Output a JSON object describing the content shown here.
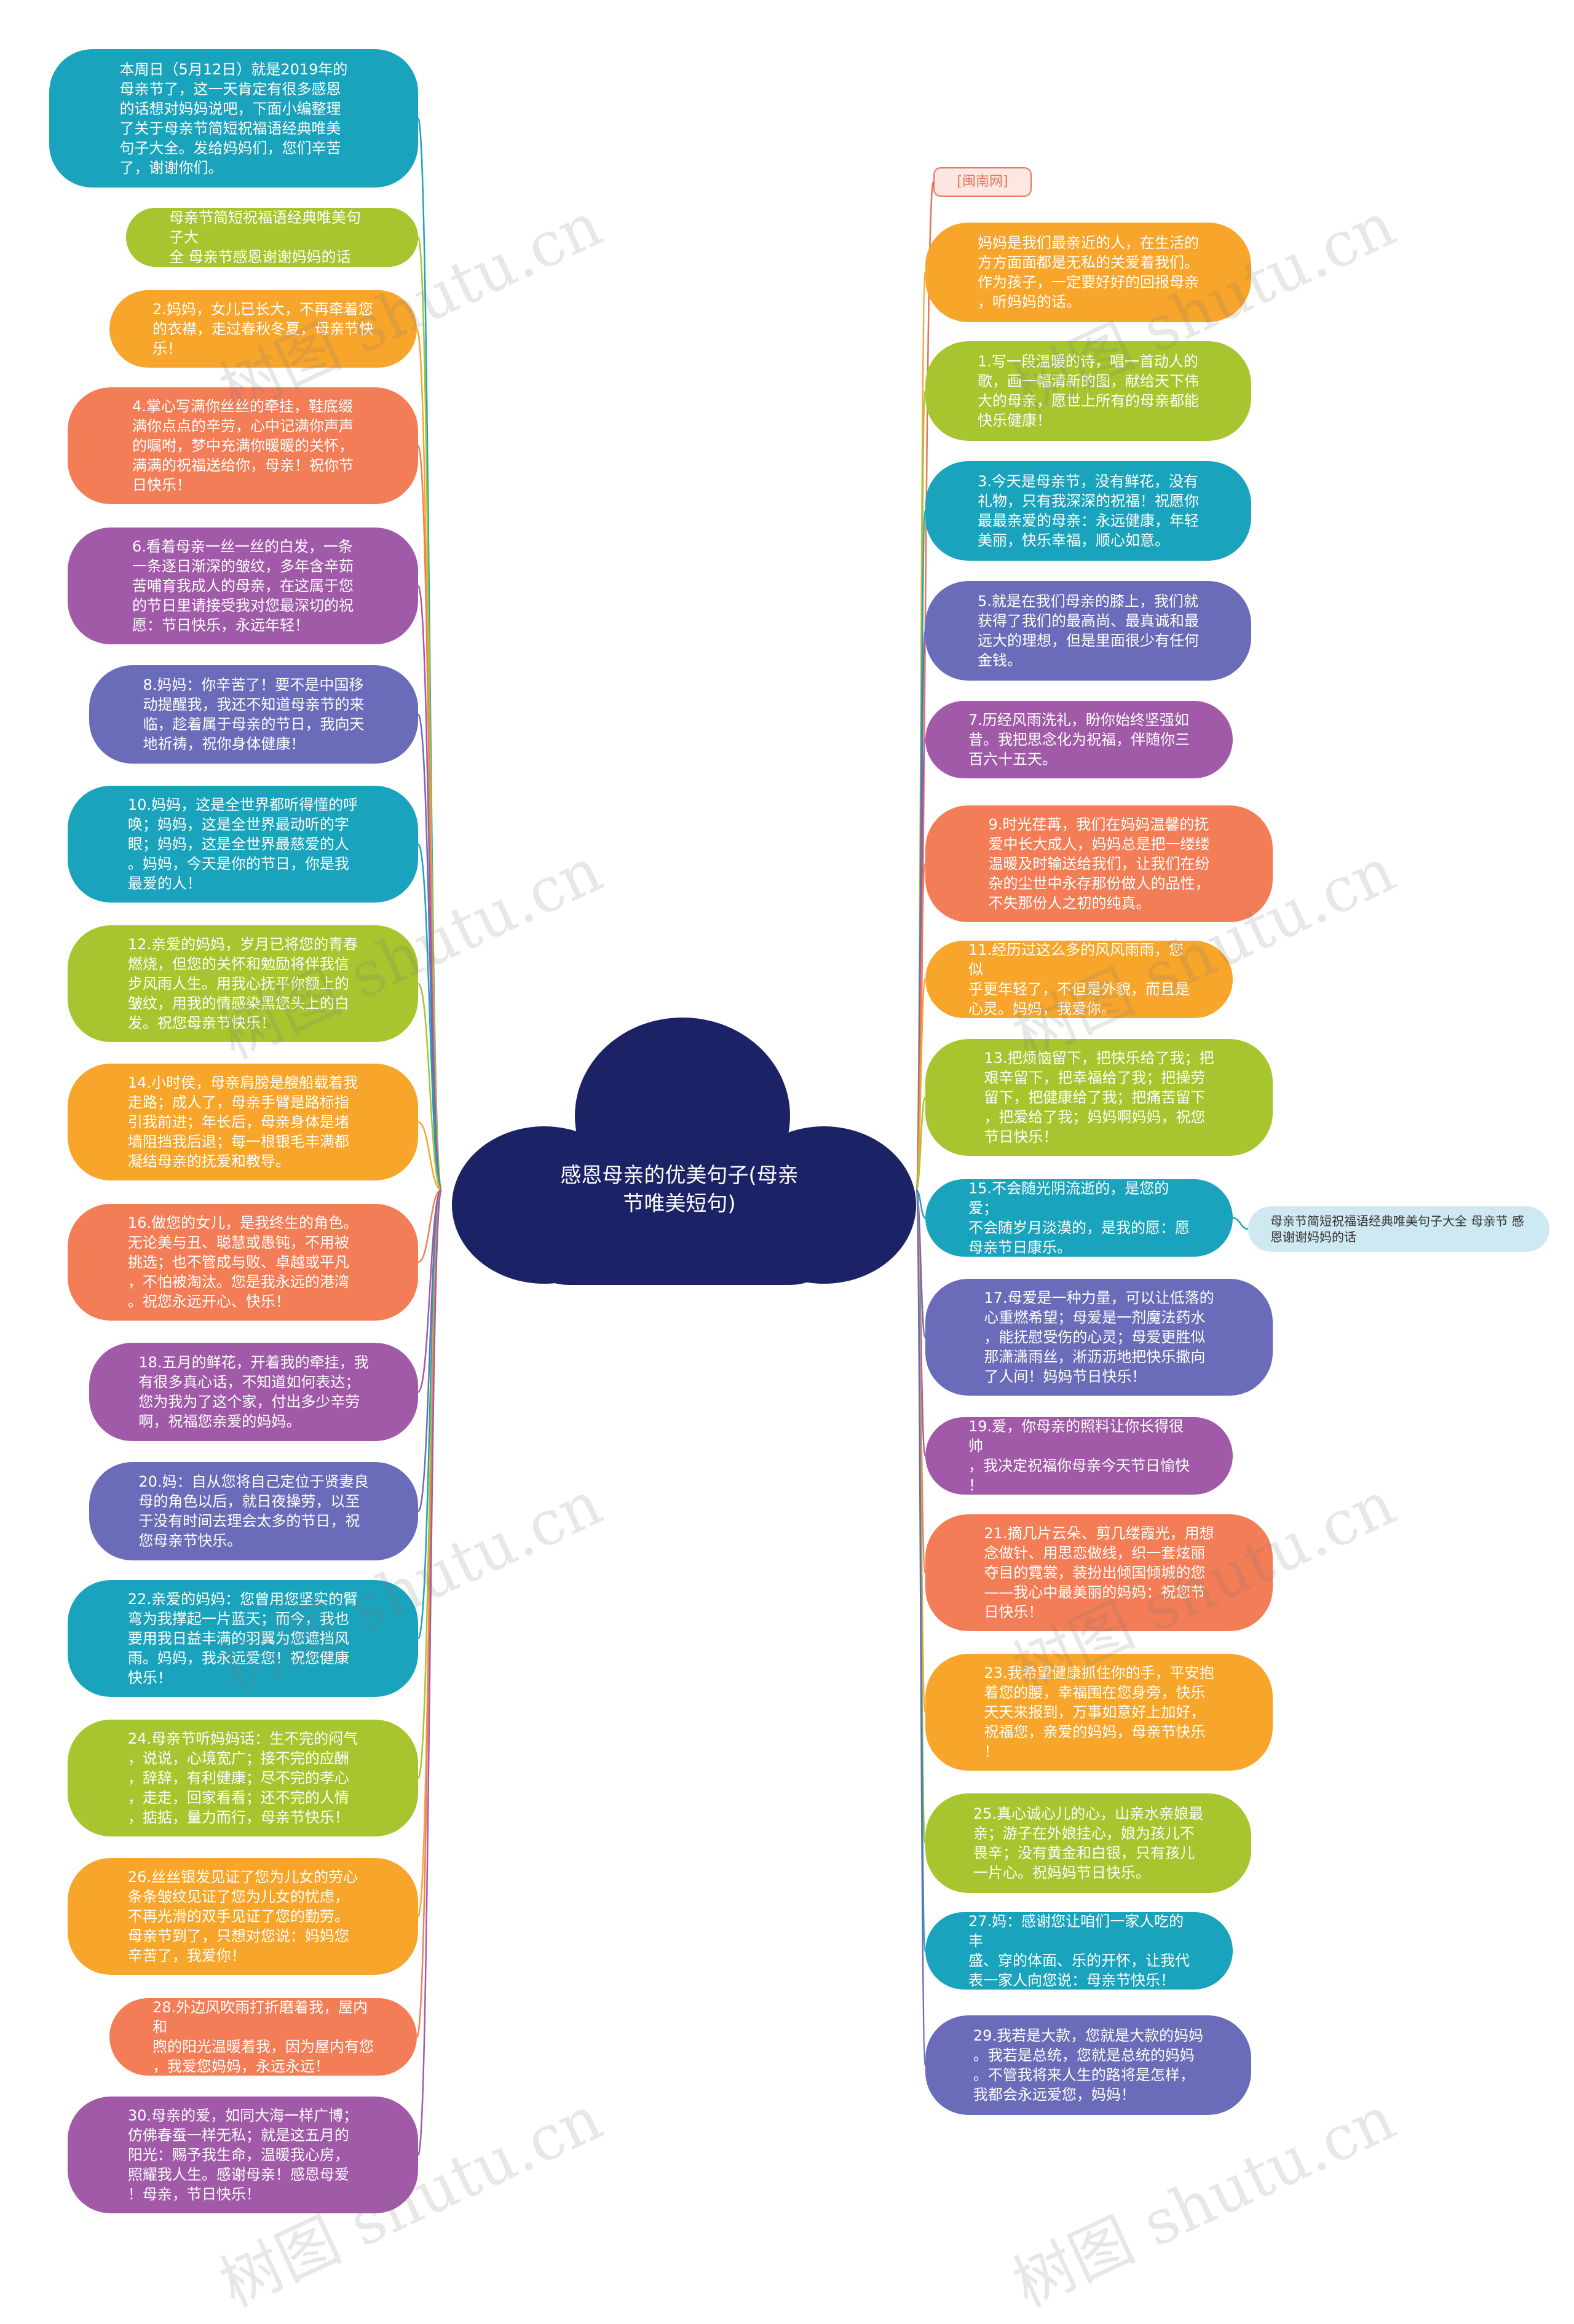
{
  "center": {
    "title": "感恩母亲的优美句子(母亲\n节唯美短句)",
    "color": "#1b2366"
  },
  "colors": {
    "blue": "#1aa3bd",
    "green": "#a6c52e",
    "orange": "#f7a52b",
    "coral": "#f37d56",
    "purple": "#a15aa8",
    "indigo": "#6a6bb9",
    "tag_border": "#e8735a",
    "note_bg": "#cfe9f2"
  },
  "watermark": "树图 shutu.cn",
  "left_nodes": [
    {
      "text": "本周日（5月12日）就是2019年的\n母亲节了，这一天肯定有很多感恩\n的话想对妈妈说吧，下面小编整理\n了关于母亲节简短祝福语经典唯美\n句子大全。发给妈妈们，您们辛苦\n了，谢谢你们。",
      "color": "blue"
    },
    {
      "text": "母亲节简短祝福语经典唯美句子大\n全 母亲节感恩谢谢妈妈的话",
      "color": "green"
    },
    {
      "text": "2.妈妈，女儿已长大，不再牵着您\n的衣襟，走过春秋冬夏，母亲节快\n乐！",
      "color": "orange"
    },
    {
      "text": "4.掌心写满你丝丝的牵挂，鞋底缀\n满你点点的辛劳，心中记满你声声\n的嘱咐，梦中充满你暖暖的关怀，\n满满的祝福送给你，母亲！祝你节\n日快乐！",
      "color": "coral"
    },
    {
      "text": "6.看着母亲一丝一丝的白发，一条\n一条逐日渐深的皱纹，多年含辛茹\n苦哺育我成人的母亲，在这属于您\n的节日里请接受我对您最深切的祝\n愿：节日快乐，永远年轻！",
      "color": "purple"
    },
    {
      "text": "8.妈妈：你辛苦了！要不是中国移\n动提醒我，我还不知道母亲节的来\n临，趁着属于母亲的节日，我向天\n地祈祷，祝你身体健康！",
      "color": "indigo"
    },
    {
      "text": "10.妈妈，这是全世界都听得懂的呼\n唤；妈妈，这是全世界最动听的字\n眼；妈妈，这是全世界最慈爱的人\n。妈妈，今天是你的节日，你是我\n最爱的人！",
      "color": "blue"
    },
    {
      "text": "12.亲爱的妈妈，岁月已将您的青春\n燃烧，但您的关怀和勉励将伴我信\n步风雨人生。用我心抚平你额上的\n皱纹，用我的情感染黑您头上的白\n发。祝您母亲节快乐！",
      "color": "green"
    },
    {
      "text": "14.小时侯，母亲肩膀是艘船载着我\n走路；成人了，母亲手臂是路标指\n引我前进；年长后，母亲身体是堵\n墙阻挡我后退；每一根银毛丰满都\n凝结母亲的抚爱和教导。",
      "color": "orange"
    },
    {
      "text": "16.做您的女儿，是我终生的角色。\n无论美与丑、聪慧或愚钝，不用被\n挑选；也不管成与败、卓越或平凡\n，不怕被淘汰。您是我永远的港湾\n。祝您永远开心、快乐！",
      "color": "coral"
    },
    {
      "text": "18.五月的鲜花，开着我的牵挂，我\n有很多真心话，不知道如何表达；\n您为我为了这个家，付出多少辛劳\n啊，祝福您亲爱的妈妈。",
      "color": "purple"
    },
    {
      "text": "20.妈：自从您将自己定位于贤妻良\n母的角色以后，就日夜操劳，以至\n于没有时间去理会太多的节日，祝\n您母亲节快乐。",
      "color": "indigo"
    },
    {
      "text": "22.亲爱的妈妈：您曾用您坚实的臂\n弯为我撑起一片蓝天；而今，我也\n要用我日益丰满的羽翼为您遮挡风\n雨。妈妈，我永远爱您！祝您健康\n快乐！",
      "color": "blue"
    },
    {
      "text": "24.母亲节听妈妈话：生不完的闷气\n，说说，心境宽广；接不完的应酬\n，辞辞，有利健康；尽不完的孝心\n，走走，回家看看；还不完的人情\n，掂掂，量力而行，母亲节快乐！",
      "color": "green"
    },
    {
      "text": "26.丝丝银发见证了您为儿女的劳心\n条条皱纹见证了您为儿女的忧虑，\n不再光滑的双手见证了您的勤劳。\n母亲节到了，只想对您说：妈妈您\n辛苦了，我爱你！",
      "color": "orange"
    },
    {
      "text": "28.外边风吹雨打折磨着我，屋内和\n煦的阳光温暖着我，因为屋内有您\n，我爱您妈妈，永远永远！",
      "color": "coral"
    },
    {
      "text": "30.母亲的爱，如同大海一样广博；\n仿佛春蚕一样无私；就是这五月的\n阳光：赐予我生命，温暖我心房，\n照耀我人生。感谢母亲！感恩母爱\n！母亲，节日快乐！",
      "color": "purple"
    }
  ],
  "right_tag": "[闽南网]",
  "right_nodes": [
    {
      "text": "妈妈是我们最亲近的人，在生活的\n方方面面都是无私的关爱着我们。\n作为孩子，一定要好好的回报母亲\n，听妈妈的话。",
      "color": "orange"
    },
    {
      "text": "1.写一段温暖的诗，唱一首动人的\n歌，画一幅清新的图，献给天下伟\n大的母亲，愿世上所有的母亲都能\n快乐健康！",
      "color": "green"
    },
    {
      "text": "3.今天是母亲节，没有鲜花，没有\n礼物，只有我深深的祝福！祝愿你\n最最亲爱的母亲：永远健康，年轻\n美丽，快乐幸福，顺心如意。",
      "color": "blue"
    },
    {
      "text": "5.就是在我们母亲的膝上，我们就\n获得了我们的最高尚、最真诚和最\n远大的理想，但是里面很少有任何\n金钱。",
      "color": "indigo"
    },
    {
      "text": "7.历经风雨洗礼，盼你始终坚强如\n昔。我把思念化为祝福，伴随你三\n百六十五天。",
      "color": "purple"
    },
    {
      "text": "9.时光荏苒，我们在妈妈温馨的抚\n爱中长大成人，妈妈总是把一缕缕\n温暖及时输送给我们，让我们在纷\n杂的尘世中永存那份做人的品性，\n不失那份人之初的纯真。",
      "color": "coral"
    },
    {
      "text": "11.经历过这么多的风风雨雨，您似\n乎更年轻了，不但是外貌，而且是\n心灵。妈妈，我爱你。",
      "color": "orange"
    },
    {
      "text": "13.把烦恼留下，把快乐给了我；把\n艰辛留下，把幸福给了我；把操劳\n留下，把健康给了我；把痛苦留下\n，把爱给了我；妈妈啊妈妈，祝您\n节日快乐！",
      "color": "green"
    },
    {
      "text": "15.不会随光阴流逝的，是您的爱；\n不会随岁月淡漠的，是我的愿：愿\n母亲节日康乐。",
      "color": "blue"
    },
    {
      "text": "17.母爱是一种力量，可以让低落的\n心重燃希望；母爱是一剂魔法药水\n，能抚慰受伤的心灵；母爱更胜似\n那潇潇雨丝，淅沥沥地把快乐撒向\n了人间！妈妈节日快乐！",
      "color": "indigo"
    },
    {
      "text": "19.爱，你母亲的照料让你长得很帅\n，我决定祝福你母亲今天节日愉快\n！",
      "color": "purple"
    },
    {
      "text": "21.摘几片云朵、剪几缕霞光，用想\n念做针、用思恋做线，织一套炫丽\n夺目的霓裳，装扮出倾国倾城的您\n——我心中最美丽的妈妈：祝您节\n日快乐！",
      "color": "coral"
    },
    {
      "text": "23.我希望健康抓住你的手，平安抱\n着您的腰，幸福围在您身旁，快乐\n天天来报到，万事如意好上加好，\n祝福您，亲爱的妈妈，母亲节快乐\n！",
      "color": "orange"
    },
    {
      "text": "25.真心诚心儿的心，山亲水亲娘最\n亲；游子在外娘挂心，娘为孩儿不\n畏辛；没有黄金和白银，只有孩儿\n一片心。祝妈妈节日快乐。",
      "color": "green"
    },
    {
      "text": "27.妈：感谢您让咱们一家人吃的丰\n盛、穿的体面、乐的开怀，让我代\n表一家人向您说：母亲节快乐！",
      "color": "blue"
    },
    {
      "text": "29.我若是大款，您就是大款的妈妈\n。我若是总统，您就是总统的妈妈\n。不管我将来人生的路将是怎样，\n我都会永远爱您，妈妈！",
      "color": "indigo"
    }
  ],
  "side_note": "母亲节简短祝福语经典唯美句子大全 母亲节\n感恩谢谢妈妈的话"
}
